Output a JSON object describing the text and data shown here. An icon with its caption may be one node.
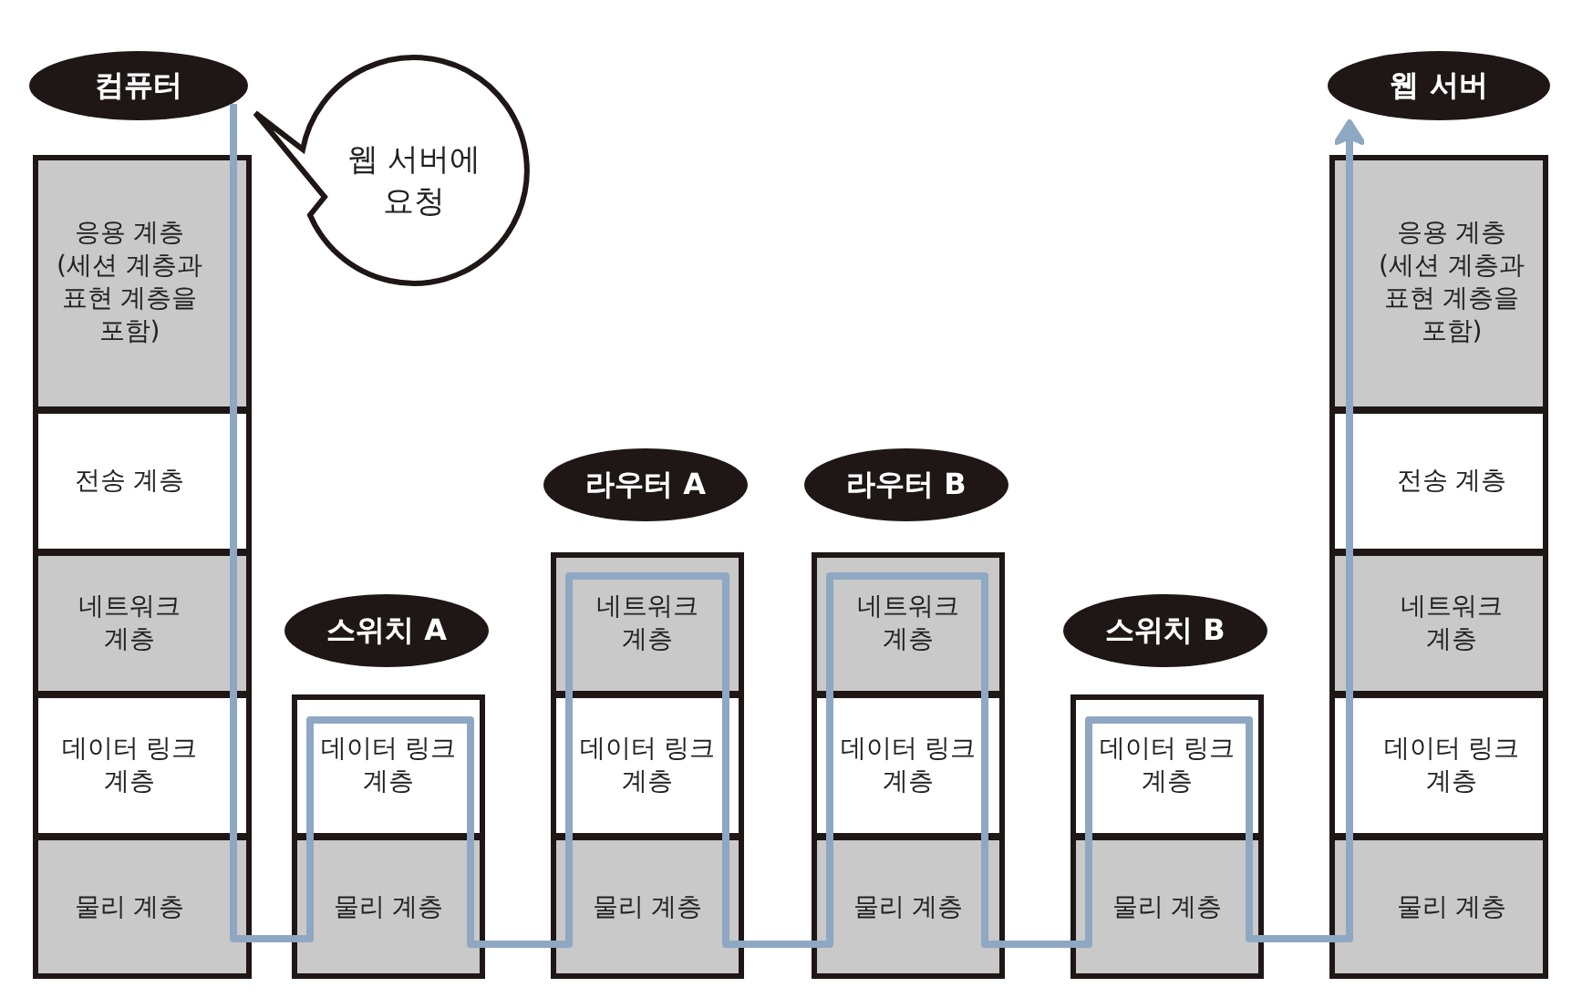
{
  "diagram": {
    "nodes": [
      {
        "text": [
          "컴퓨터"
        ]
      },
      {
        "text": [
          "웹 서버에 요청"
        ]
      },
      {
        "text": [
          "응용 계층 (세션 계층과 표현 계층을 포함)"
        ]
      },
      {
        "text": [
          "전송 계층"
        ]
      },
      {
        "text": [
          "네트워크 계층"
        ]
      },
      {
        "text": [
          "데이터 링크 계층"
        ]
      },
      {
        "text": [
          "물리 계층"
        ]
      },
      {
        "text": [
          "스위치 A"
        ]
      },
      {
        "text": [
          "데이터 링크 계층"
        ]
      },
      {
        "text": [
          "물리 계층"
        ]
      },
      {
        "text": [
          "라우터 A"
        ]
      },
      {
        "text": [
          "네트워크 계층"
        ]
      },
      {
        "text": [
          "데이터 링크 계층"
        ]
      },
      {
        "text": [
          "물리 계층"
        ]
      },
      {
        "text": [
          "라우터 B"
        ]
      },
      {
        "text": [
          "네트워크 계층"
        ]
      },
      {
        "text": [
          "데이터 링크 계층"
        ]
      },
      {
        "text": [
          "물리 계층"
        ]
      },
      {
        "text": [
          "스위치 B"
        ]
      },
      {
        "text": [
          "데이터 링크 계층"
        ]
      },
      {
        "text": [
          "물리 계층"
        ]
      },
      {
        "text": [
          "웹 서버"
        ]
      },
      {
        "text": [
          "응용 계층 (세션 계층과 표현 계층을 포함)"
        ]
      },
      {
        "text": [
          "전송 계층"
        ]
      },
      {
        "text": [
          "네트워크 계층"
        ]
      },
      {
        "text": [
          "데이터 링크 계층"
        ]
      },
      {
        "text": [
          "물리 계층"
        ]
      }
    ],
    "edges": [
      {
        "from": 0,
        "to": 2,
        "arrow": "none"
      },
      {
        "from": 2,
        "to": 3,
        "arrow": "none"
      },
      {
        "from": 3,
        "to": 4,
        "arrow": "none"
      },
      {
        "from": 4,
        "to": 5,
        "arrow": "none"
      },
      {
        "from": 5,
        "to": 6,
        "arrow": "none"
      },
      {
        "from": 6,
        "to": 9,
        "arrow": "none"
      },
      {
        "from": 9,
        "to": 8,
        "arrow": "none"
      },
      {
        "from": 8,
        "to": 9,
        "arrow": "none"
      },
      {
        "from": 9,
        "to": 13,
        "arrow": "none"
      },
      {
        "from": 13,
        "to": 12,
        "arrow": "none"
      },
      {
        "from": 12,
        "to": 11,
        "arrow": "none"
      },
      {
        "from": 11,
        "to": 12,
        "arrow": "none"
      },
      {
        "from": 12,
        "to": 13,
        "arrow": "none"
      },
      {
        "from": 13,
        "to": 17,
        "arrow": "none"
      },
      {
        "from": 17,
        "to": 16,
        "arrow": "none"
      },
      {
        "from": 16,
        "to": 15,
        "arrow": "none"
      },
      {
        "from": 15,
        "to": 16,
        "arrow": "none"
      },
      {
        "from": 16,
        "to": 17,
        "arrow": "none"
      },
      {
        "from": 17,
        "to": 20,
        "arrow": "none"
      },
      {
        "from": 20,
        "to": 19,
        "arrow": "none"
      },
      {
        "from": 19,
        "to": 20,
        "arrow": "none"
      },
      {
        "from": 20,
        "to": 26,
        "arrow": "none"
      },
      {
        "from": 26,
        "to": 25,
        "arrow": "none"
      },
      {
        "from": 25,
        "to": 24,
        "arrow": "none"
      },
      {
        "from": 24,
        "to": 23,
        "arrow": "none"
      },
      {
        "from": 23,
        "to": 22,
        "arrow": "none"
      },
      {
        "from": 22,
        "to": 21,
        "arrow": "to"
      }
    ]
  }
}
